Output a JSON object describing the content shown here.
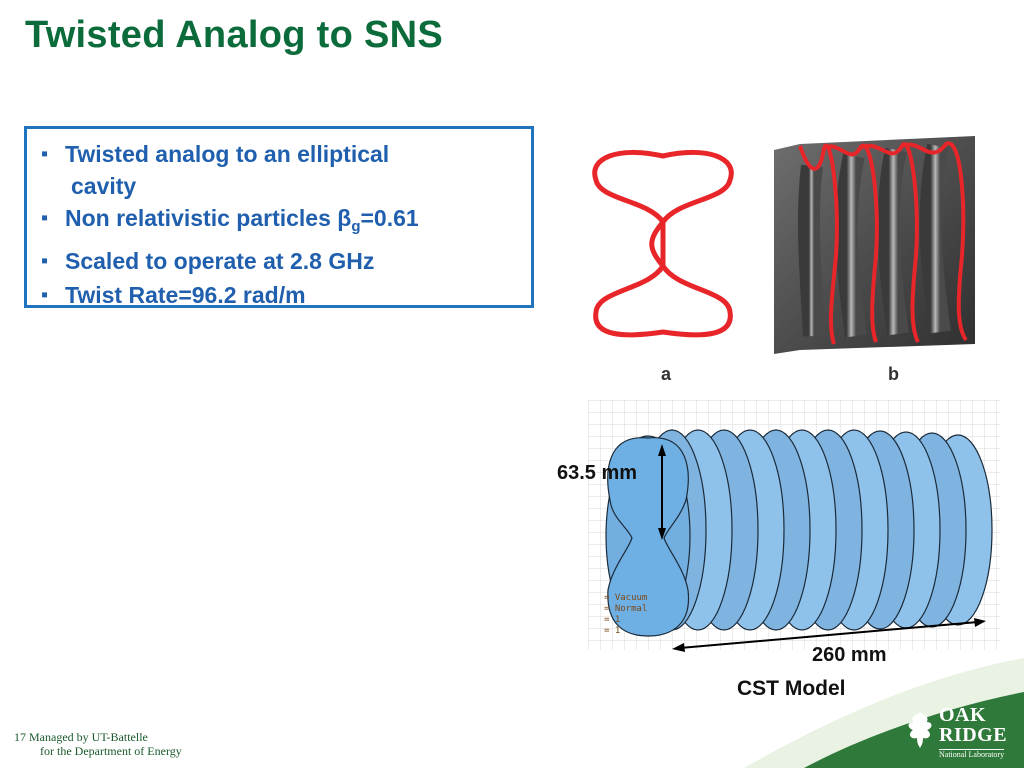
{
  "slide": {
    "title": "Twisted Analog to SNS"
  },
  "bullets": [
    {
      "text": "Twisted analog to an elliptical",
      "cont": "cavity"
    },
    {
      "text_pre": "Non relativistic particles β",
      "sub": "g",
      "text_post": "=0.61"
    },
    {
      "text": "Scaled to operate at 2.8 GHz"
    },
    {
      "text": "Twist Rate=96.2 rad/m"
    }
  ],
  "figures": {
    "label_a": "a",
    "label_b": "b",
    "height_dim": "63.5 mm",
    "length_dim": "260 mm",
    "caption": "CST Model",
    "cst_props": [
      "= Vacuum",
      "= Normal",
      "= 1",
      "= 1"
    ]
  },
  "footer": {
    "page_number": "17",
    "line1": "Managed by UT-Battelle",
    "line2": "for the Department of Energy"
  },
  "logo": {
    "line1": "OAK",
    "line2": "RIDGE",
    "line3": "National Laboratory"
  },
  "colors": {
    "title": "#0b6b3a",
    "bullet_text": "#1f5fae",
    "box_border": "#1f74bd",
    "cavity_outline": "#e8262a",
    "cst_body": "#7fb4e0"
  }
}
